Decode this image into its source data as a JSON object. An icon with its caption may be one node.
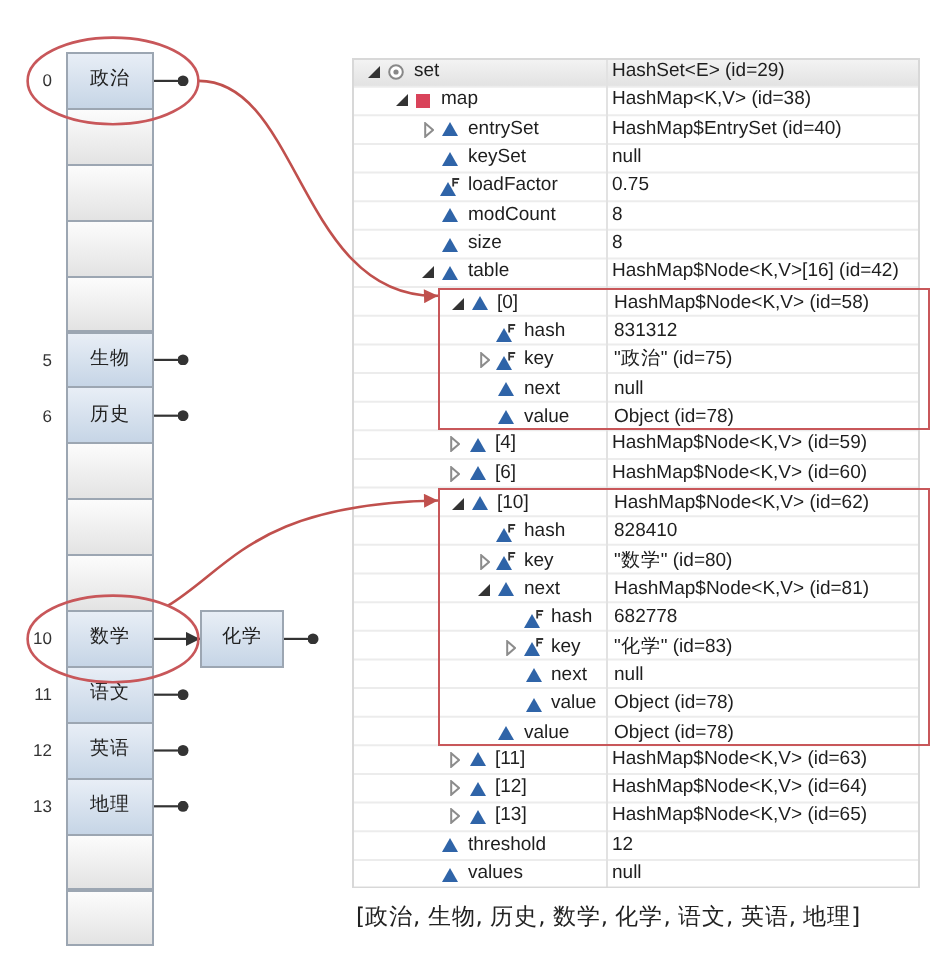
{
  "diagram": {
    "nodes": [
      {
        "text": [],
        "shape": "ellipse"
      },
      {
        "text": [
          "政治"
        ],
        "in": 0,
        "beside": [
          "0"
        ]
      },
      {
        "text": [],
        "shape": "box"
      },
      {
        "text": [],
        "shape": "box"
      },
      {
        "text": [],
        "shape": "box"
      },
      {
        "text": [],
        "shape": "box"
      },
      {
        "text": [
          "生物"
        ],
        "beside": [
          "5"
        ]
      },
      {
        "text": [
          "历史"
        ],
        "beside": [
          "6"
        ]
      },
      {
        "text": [],
        "shape": "box"
      },
      {
        "text": [],
        "shape": "box"
      },
      {
        "text": [],
        "shape": "box"
      },
      {
        "text": [],
        "shape": "ellipse"
      },
      {
        "text": [
          "数学"
        ],
        "in": 11,
        "beside": [
          "10"
        ]
      },
      {
        "text": [
          "化学"
        ]
      },
      {
        "text": [
          "语文"
        ],
        "beside": [
          "11"
        ]
      },
      {
        "text": [
          "英语"
        ],
        "beside": [
          "12"
        ]
      },
      {
        "text": [
          "地理"
        ],
        "beside": [
          "13"
        ]
      },
      {
        "text": [],
        "shape": "box"
      },
      {
        "text": [],
        "shape": "box"
      },
      {
        "text": [
          "[0]",
          "HashMap$Node<K,V> (id=58)",
          "hash",
          "831312",
          "key",
          "\"政治\" (id=75)",
          "next",
          "null",
          "value",
          "Object (id=78)"
        ]
      },
      {
        "text": [
          "[10]",
          "HashMap$Node<K,V> (id=62)",
          "hash",
          "828410",
          "key",
          "\"数学\" (id=80)",
          "next",
          "HashMap$Node<K,V> (id=81)",
          "hash",
          "682778",
          "key",
          "\"化学\" (id=83)",
          "next",
          "null",
          "value",
          "Object (id=78)",
          "value",
          "Object (id=78)"
        ]
      }
    ],
    "edges": [
      {
        "from": 1,
        "to": null,
        "arrow": "other"
      },
      {
        "from": 6,
        "to": null,
        "arrow": "other"
      },
      {
        "from": 7,
        "to": null,
        "arrow": "other"
      },
      {
        "from": 12,
        "to": 13,
        "arrow": "to"
      },
      {
        "from": 13,
        "to": null,
        "arrow": "other"
      },
      {
        "from": 14,
        "to": null,
        "arrow": "other"
      },
      {
        "from": 15,
        "to": null,
        "arrow": "other"
      },
      {
        "from": 16,
        "to": null,
        "arrow": "other"
      },
      {
        "from": 0,
        "to": 19,
        "arrow": "to",
        "color": "#c0504d"
      },
      {
        "from": 11,
        "to": 20,
        "arrow": "to",
        "color": "#c0504d"
      }
    ],
    "labels": [
      "set",
      "HashSet<E> (id=29)",
      "map",
      "HashMap<K,V> (id=38)",
      "entrySet",
      "HashMap$EntrySet (id=40)",
      "keySet",
      "null",
      "loadFactor",
      "0.75",
      "modCount",
      "8",
      "size",
      "8",
      "table",
      "HashMap$Node<K,V>[16] (id=42)",
      "[4]",
      "HashMap$Node<K,V> (id=59)",
      "[6]",
      "HashMap$Node<K,V> (id=60)",
      "[11]",
      "HashMap$Node<K,V> (id=63)",
      "[12]",
      "HashMap$Node<K,V> (id=64)",
      "[13]",
      "HashMap$Node<K,V> (id=65)",
      "threshold",
      "12",
      "values",
      "null",
      "[政治, 生物, 历史, 数学, 化学, 语文, 英语, 地理]"
    ]
  }
}
